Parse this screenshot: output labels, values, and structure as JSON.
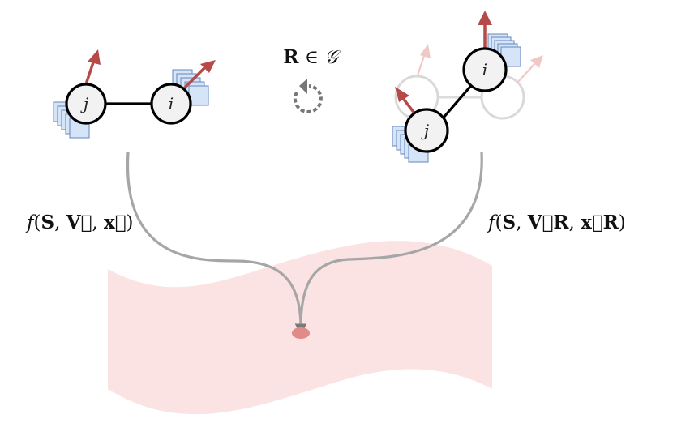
{
  "left_graph": {
    "node_j": "j",
    "node_i": "i"
  },
  "right_graph": {
    "node_j": "j",
    "node_i": "i"
  },
  "group_label": {
    "symbol": "R",
    "relation": " ∈ ",
    "group": "𝒢"
  },
  "left_function": {
    "f": "f",
    "open": "(",
    "S": "S",
    "sep1": ", ",
    "V": "V⃗",
    "sep2": ", ",
    "x": "x⃗",
    "close": ")"
  },
  "right_function": {
    "f": "f",
    "open": "(",
    "S": "S",
    "sep1": ", ",
    "V": "V⃗R",
    "sep2": ", ",
    "x": "x⃗R",
    "close": ")"
  },
  "colors": {
    "manifold": "#fbe3e3",
    "target_point": "#e28a8a",
    "vector": "#b54a48",
    "feature": "#d6e4f7",
    "path": "#a6a6a6"
  },
  "icons": {
    "rotation": "rotation-icon"
  }
}
